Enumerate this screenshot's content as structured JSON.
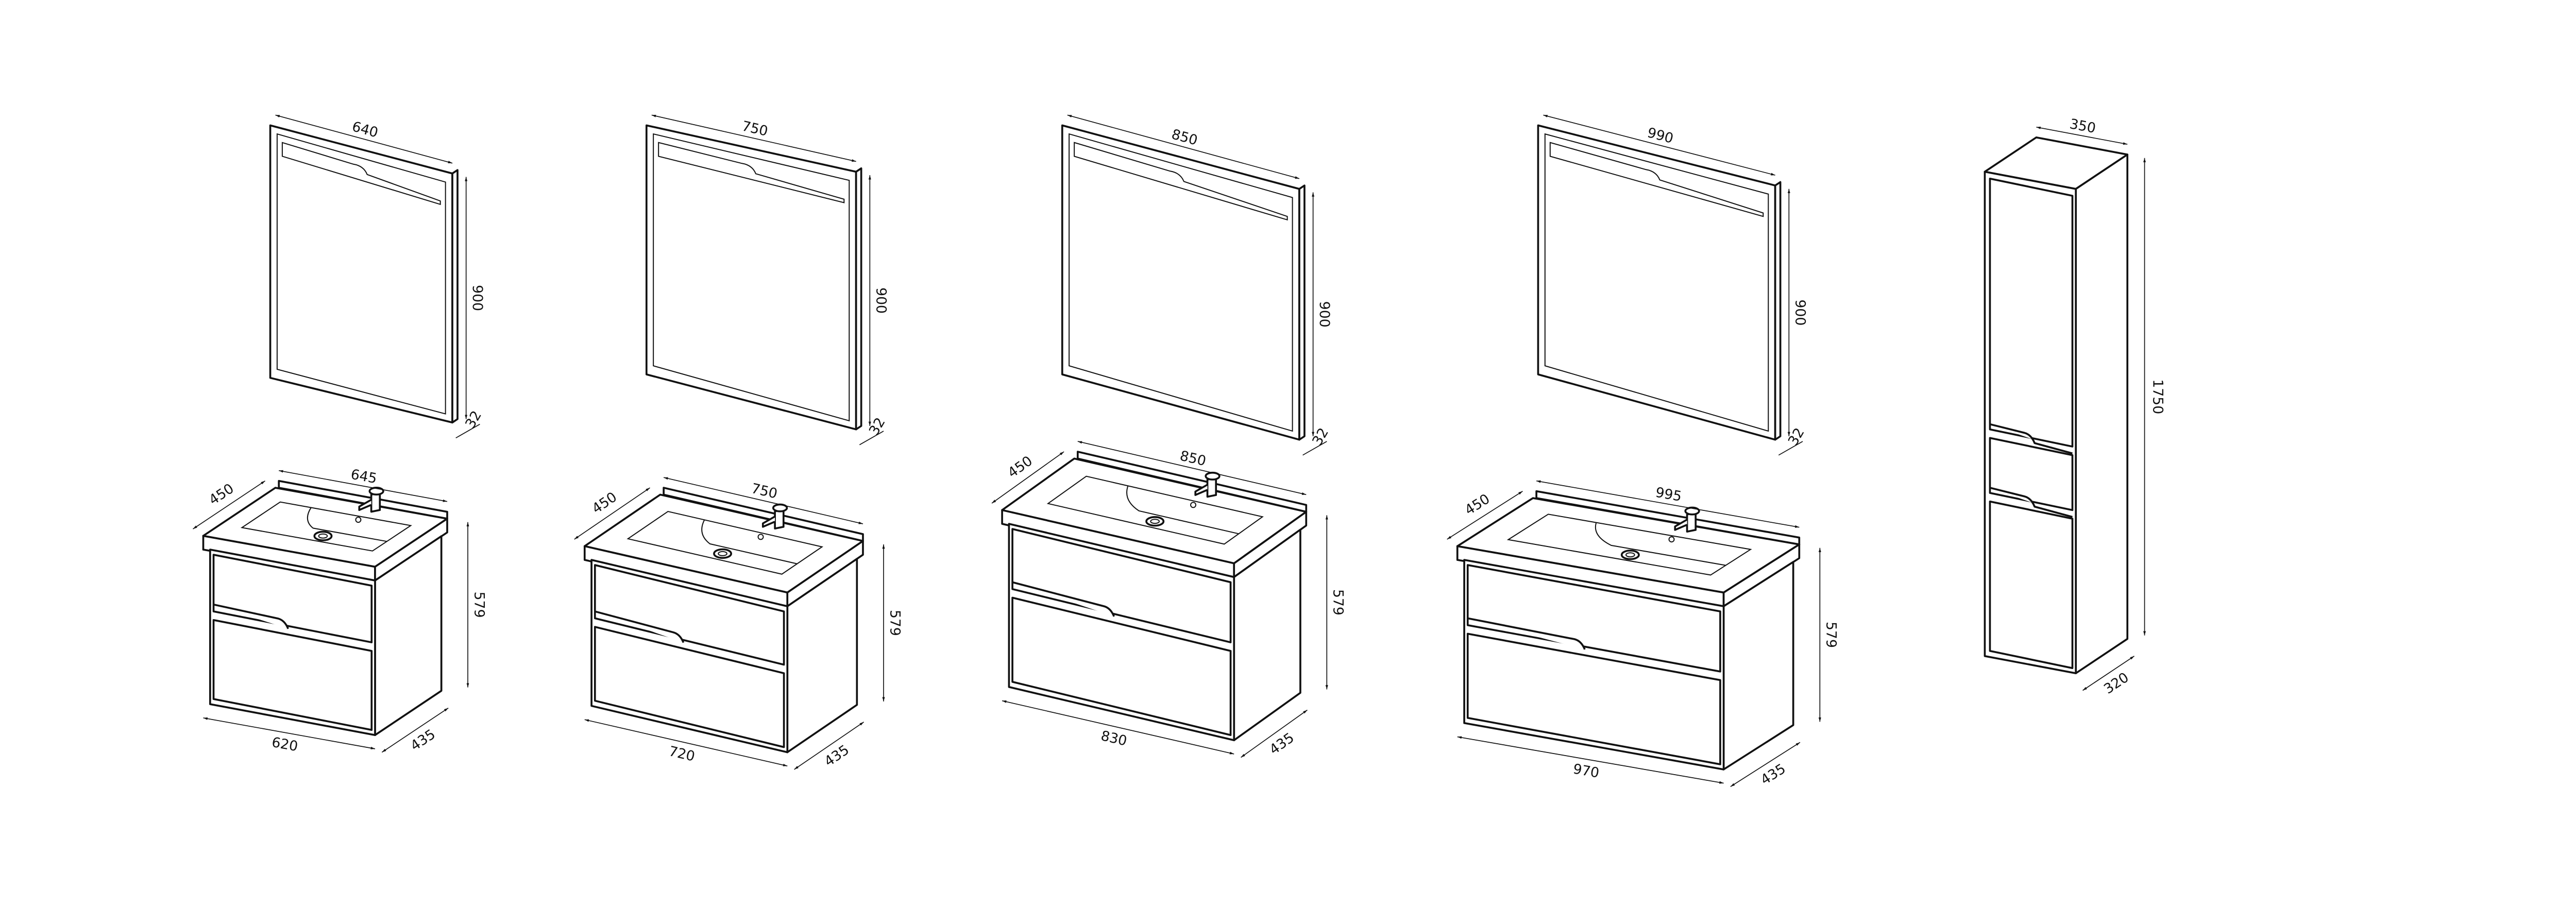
{
  "sets": [
    {
      "mirror": {
        "width": "640",
        "height": "900",
        "depth": "32"
      },
      "vanity": {
        "counter_depth": "450",
        "counter_width": "645",
        "height": "579",
        "cabinet_width": "620",
        "cabinet_depth": "435"
      }
    },
    {
      "mirror": {
        "width": "750",
        "height": "900",
        "depth": "32"
      },
      "vanity": {
        "counter_depth": "450",
        "counter_width": "750",
        "height": "579",
        "cabinet_width": "720",
        "cabinet_depth": "435"
      }
    },
    {
      "mirror": {
        "width": "850",
        "height": "900",
        "depth": "32"
      },
      "vanity": {
        "counter_depth": "450",
        "counter_width": "850",
        "height": "579",
        "cabinet_width": "830",
        "cabinet_depth": "435"
      }
    },
    {
      "mirror": {
        "width": "990",
        "height": "900",
        "depth": "32"
      },
      "vanity": {
        "counter_depth": "450",
        "counter_width": "995",
        "height": "579",
        "cabinet_width": "970",
        "cabinet_depth": "435"
      }
    }
  ],
  "tall_cabinet": {
    "width": "350",
    "height": "1750",
    "depth": "320"
  }
}
